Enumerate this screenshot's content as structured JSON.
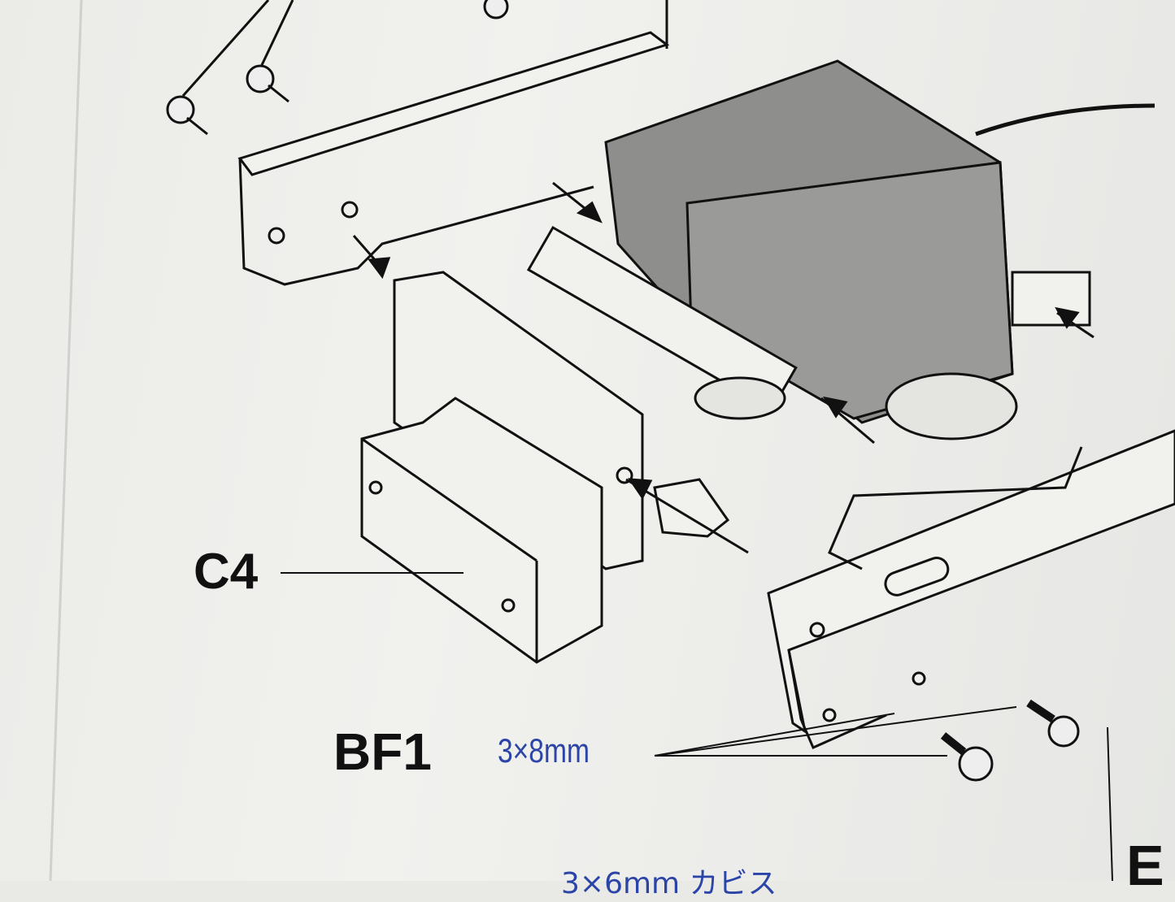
{
  "labels": {
    "part_c4": "C4",
    "part_bf1": "BF1",
    "screw_size": "3×8mm",
    "bottom_caption": "3×6mm カビス",
    "edge_letter": "E"
  }
}
